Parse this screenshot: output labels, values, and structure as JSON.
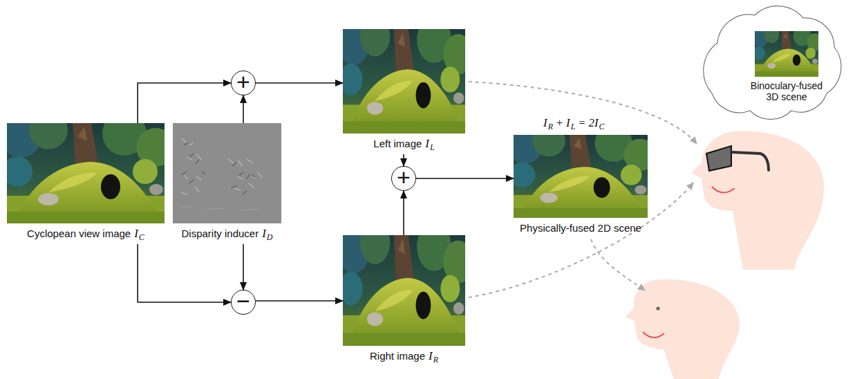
{
  "diagram": {
    "nodes": [
      {
        "text": [
          "Cyclopean view image",
          "I",
          "C"
        ]
      },
      {
        "text": [
          "Disparity inducer",
          "I",
          "D"
        ]
      },
      {
        "text": [
          "+"
        ]
      },
      {
        "text": [
          "−"
        ]
      },
      {
        "text": [
          "Left image",
          "I",
          "L"
        ]
      },
      {
        "text": [
          "+"
        ]
      },
      {
        "text": [
          "Right image",
          "I",
          "R"
        ]
      },
      {
        "text": [
          "Physically-fused 2D scene"
        ]
      },
      {
        "text": [
          "Binoculary-fused 3D scene"
        ]
      }
    ],
    "edges": [
      {
        "from": 0,
        "to": 2,
        "arrow": "to"
      },
      {
        "from": 1,
        "to": 2,
        "arrow": "to"
      },
      {
        "from": 2,
        "to": 4,
        "arrow": "to"
      },
      {
        "from": 0,
        "to": 3,
        "arrow": "to"
      },
      {
        "from": 1,
        "to": 3,
        "arrow": "to"
      },
      {
        "from": 3,
        "to": 6,
        "arrow": "to"
      },
      {
        "from": 4,
        "to": 5,
        "arrow": "to"
      },
      {
        "from": 6,
        "to": 5,
        "arrow": "to"
      },
      {
        "from": 5,
        "to": 7,
        "arrow": "to"
      }
    ],
    "labels": [
      "I",
      "R",
      "+",
      "I",
      "L",
      "=",
      "2I",
      "C"
    ]
  }
}
